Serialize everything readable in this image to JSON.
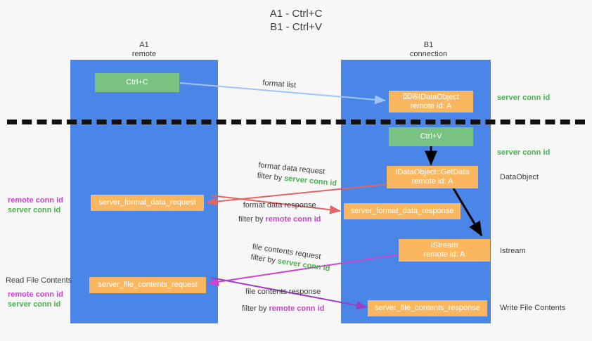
{
  "title": {
    "line1": "A1 - Ctrl+C",
    "line2": "B1 - Ctrl+V"
  },
  "lanes": [
    {
      "name": "A1",
      "sub": "remote",
      "color": "#4a86e8"
    },
    {
      "name": "B1",
      "sub": "connection",
      "color": "#4a86e8"
    }
  ],
  "colors": {
    "lane": "#4a86e8",
    "green_box": "#78c381",
    "orange_box": "#fbb760",
    "green_text": "#4caf50",
    "magenta_text": "#cc44cc",
    "arrow_blue": "#9fc5f8",
    "arrow_red": "#e06666",
    "arrow_magenta": "#cc44cc",
    "arrow_purple": "#9a3fc4",
    "arrow_black": "#000000",
    "divider": "#111111",
    "background": "#f7f7f7"
  },
  "boxes": {
    "ctrl_c": {
      "line1": "Ctrl+C",
      "line2": ""
    },
    "ctrl_v": {
      "line1": "Ctrl+V",
      "line2": ""
    },
    "ole_dataobject": {
      "line1": "⌧✇IDataObject",
      "line2": "remote id: A"
    },
    "getdata": {
      "line1": "IDataObject::GetData",
      "line2": "remote id: A"
    },
    "istream": {
      "line1": "IStream",
      "line2": "remote id: A"
    },
    "format_data_request": {
      "line1": "server_format_data_request",
      "line2": ""
    },
    "format_data_response": {
      "line1": "server_format_data_response",
      "line2": ""
    },
    "file_contents_request": {
      "line1": "server_file_contents_request",
      "line2": ""
    },
    "file_contents_response": {
      "line1": "server_file_contents_response",
      "line2": ""
    }
  },
  "edge_labels": {
    "format_list": "format list",
    "format_data_request": "format data request",
    "format_data_request_filter_prefix": "filter by ",
    "format_data_request_filter_value": "server conn id",
    "format_data_response": "format data response",
    "format_data_response_filter_prefix": "filter by ",
    "format_data_response_filter_value": "remote conn id",
    "file_contents_request": "file contents request",
    "file_contents_request_filter_prefix": "filter by ",
    "file_contents_request_filter_value": "server conn id",
    "file_contents_response": "file contents response",
    "file_contents_response_filter_prefix": "filter by ",
    "file_contents_response_filter_value": "remote conn id"
  },
  "annotations": {
    "right_server_conn_id_top": "server conn id",
    "right_server_conn_id_mid": "server conn id",
    "right_dataobject": "DataObject",
    "right_istream": "Istream",
    "right_write_file_contents": "Write File Contents",
    "left_remote_conn_id_1": "remote conn id",
    "left_server_conn_id_1": "server conn id",
    "left_read_file_contents": "Read File Contents",
    "left_remote_conn_id_2": "remote conn id",
    "left_server_conn_id_2": "server conn id"
  }
}
